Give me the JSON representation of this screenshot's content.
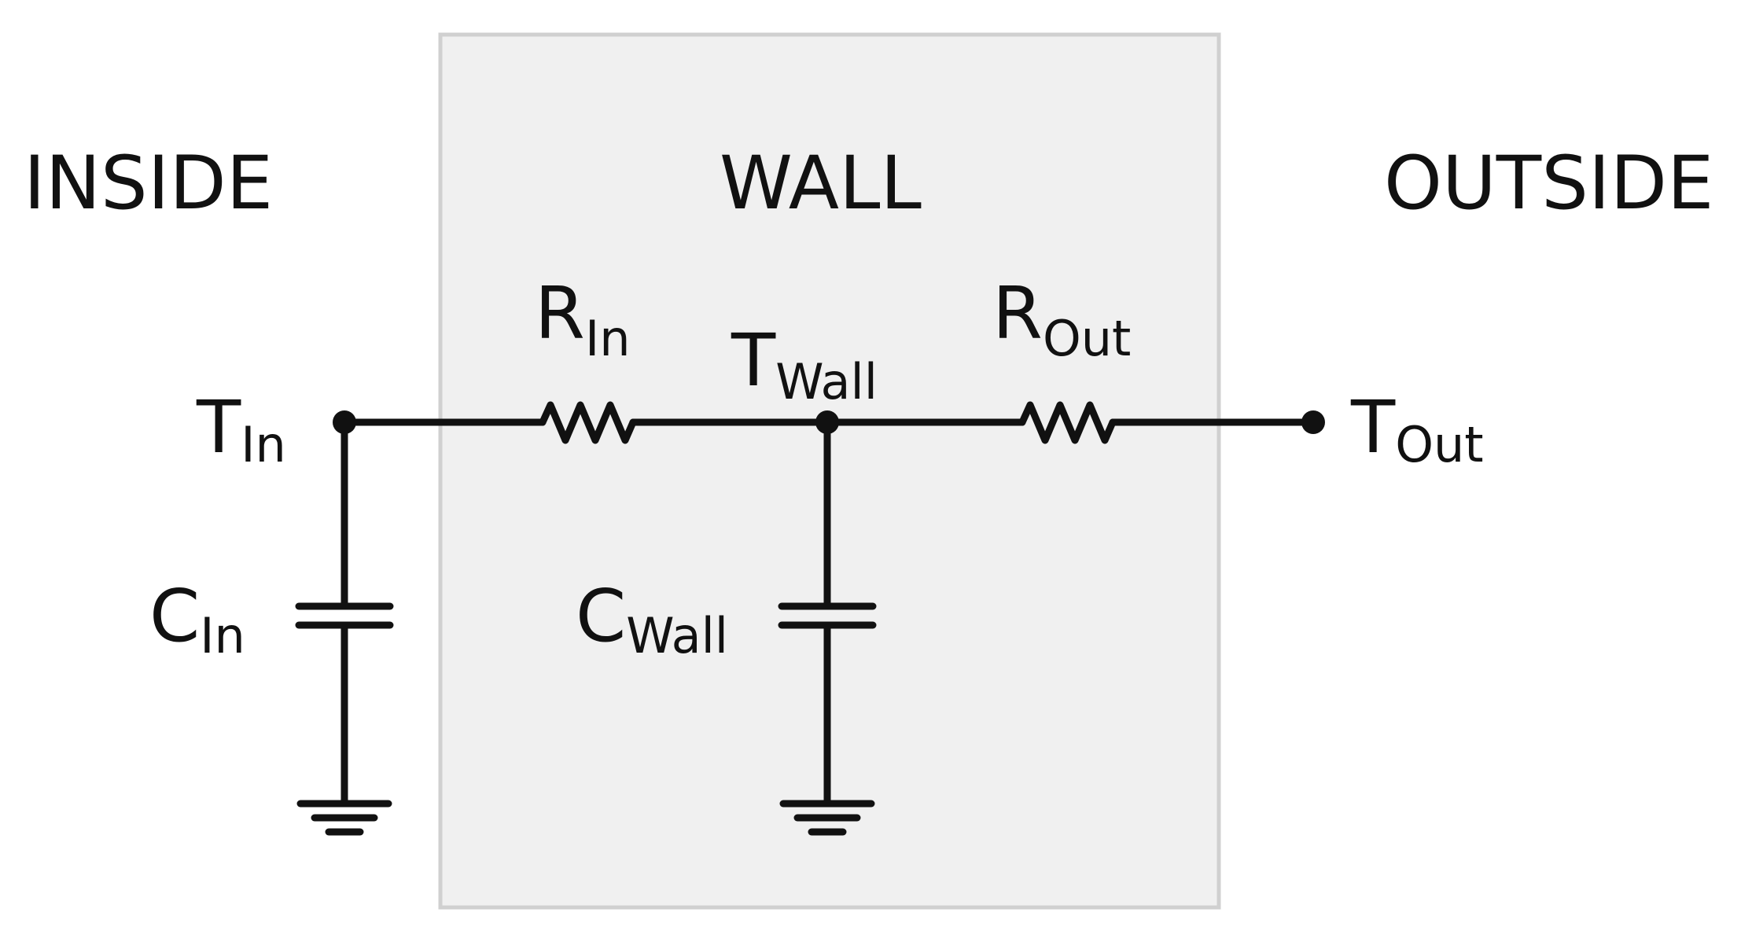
{
  "regions": {
    "inside": "INSIDE",
    "wall": "WALL",
    "outside": "OUTSIDE"
  },
  "nodes": {
    "t_in": {
      "symbol": "T",
      "subscript": "In"
    },
    "t_wall": {
      "symbol": "T",
      "subscript": "Wall"
    },
    "t_out": {
      "symbol": "T",
      "subscript": "Out"
    }
  },
  "resistors": {
    "r_in": {
      "symbol": "R",
      "subscript": "In"
    },
    "r_out": {
      "symbol": "R",
      "subscript": "Out"
    }
  },
  "capacitors": {
    "c_in": {
      "symbol": "C",
      "subscript": "In"
    },
    "c_wall": {
      "symbol": "C",
      "subscript": "Wall"
    }
  },
  "colors": {
    "wall_fill": "#f0f0f0",
    "wall_border": "#d0d0d0",
    "ink": "#111111"
  }
}
